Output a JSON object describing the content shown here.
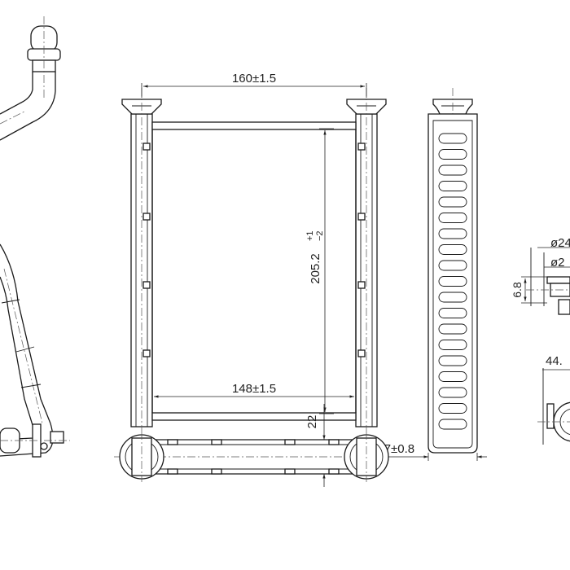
{
  "dimensions": {
    "overall_width": "160±1.5",
    "core_width": "148±1.5",
    "height_value": "205.2",
    "height_tol_plus": "+1",
    "height_tol_minus": "−2",
    "depth": "34.7±0.8",
    "thickness": "22",
    "pipe_outer_dia": "ø24",
    "pipe_inner_dia": "ø2",
    "flange_height": "6.8",
    "detail_dim": "44."
  }
}
